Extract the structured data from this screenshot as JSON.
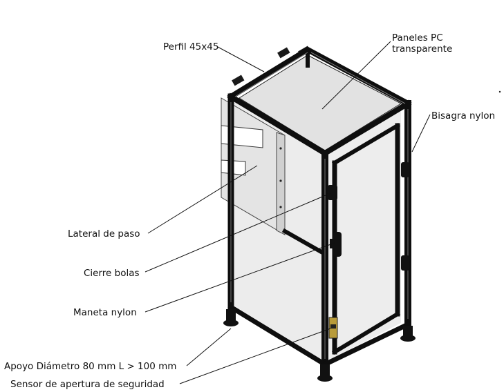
{
  "labels": {
    "perfil": "Perfil 45x45",
    "paneles_1": "Paneles PC",
    "paneles_2": "transparente",
    "bisagra": "Bisagra nylon",
    "lateral": "Lateral de paso",
    "cierre": "Cierre bolas",
    "maneta": "Maneta nylon",
    "apoyo": "Apoyo Diámetro 80 mm L > 100 mm",
    "sensor": "Sensor de apertura de seguridad"
  },
  "colors": {
    "frame": "#0e0e0e",
    "panel_fill": "#eaeaea",
    "side_panel": "#e6e6e6",
    "leader": "#111111"
  }
}
